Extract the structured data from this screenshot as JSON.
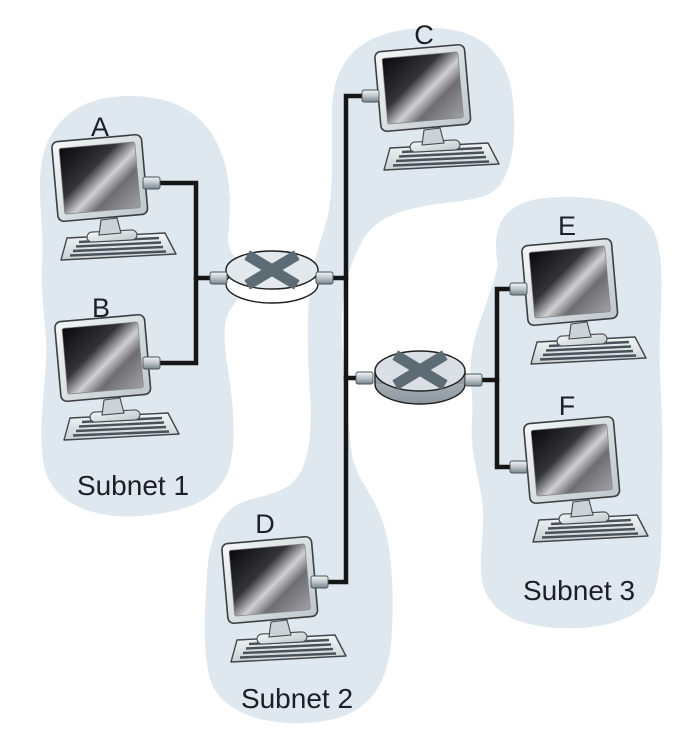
{
  "diagram": {
    "type": "network-topology",
    "hosts": [
      {
        "id": "A",
        "label": "A",
        "subnet": "Subnet 1"
      },
      {
        "id": "B",
        "label": "B",
        "subnet": "Subnet 1"
      },
      {
        "id": "C",
        "label": "C",
        "subnet": "Subnet 2"
      },
      {
        "id": "D",
        "label": "D",
        "subnet": "Subnet 2"
      },
      {
        "id": "E",
        "label": "E",
        "subnet": "Subnet 3"
      },
      {
        "id": "F",
        "label": "F",
        "subnet": "Subnet 3"
      }
    ],
    "subnets": [
      {
        "label": "Subnet 1",
        "hosts": "A, B"
      },
      {
        "label": "Subnet 2",
        "hosts": "C, D"
      },
      {
        "label": "Subnet 3",
        "hosts": "E, F"
      }
    ],
    "routers": [
      {
        "id": "router-1",
        "between": "Subnet 1 and Subnet 2"
      },
      {
        "id": "router-2",
        "between": "Subnet 2 and Subnet 3"
      }
    ],
    "icons": {
      "host": "desktop-computer-icon",
      "router": "router-x-icon",
      "port": "network-port-connector"
    }
  },
  "colors": {
    "subnet_fill": "#dfe7ef",
    "line": "#161616",
    "router_x": "#5d6b75",
    "text": "#1e1e26"
  }
}
